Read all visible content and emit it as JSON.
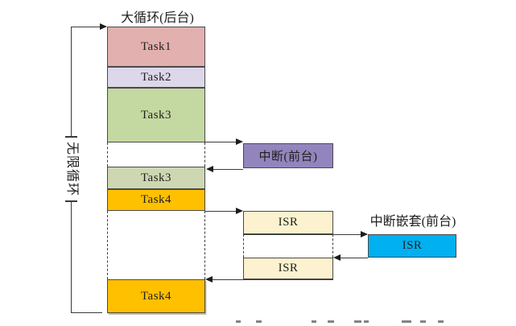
{
  "title": "大循环(后台)",
  "loop": {
    "label": "无限循环"
  },
  "background_column": {
    "tasks": {
      "task1": "Task1",
      "task2": "Task2",
      "task3_first": "Task3",
      "task3_second": "Task3",
      "task4_first": "Task4",
      "task4_bottom": "Task4"
    }
  },
  "foreground": {
    "interrupt_box": "中断(前台)",
    "isr_first": "ISR",
    "isr_second": "ISR",
    "nested_title": "中断嵌套(前台)",
    "nested_isr": "ISR"
  },
  "colors": {
    "task1_fill": "#e2b0ae",
    "task2_fill": "#dcd7e9",
    "task3_first_fill": "#c4d8a1",
    "task3_second_fill": "#cdd8b2",
    "task4_fill": "#ffc000",
    "interrupt_fill": "#9285bd",
    "isr_fill": "#fcf2cf",
    "nested_isr_fill": "#00b0f0",
    "line": "#3a3a3a"
  }
}
